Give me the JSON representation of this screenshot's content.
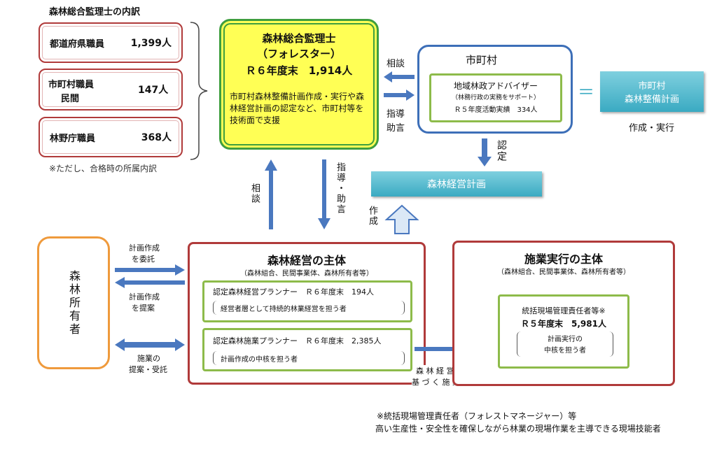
{
  "breakdown": {
    "title": "森林総合監理士の内訳",
    "items": [
      {
        "label": "都道府県職員",
        "count": "1,399人"
      },
      {
        "label": "市町村職員",
        "sublabel": "民間",
        "count": "147人"
      },
      {
        "label": "林野庁職員",
        "count": "368人"
      }
    ],
    "note": "※ただし、合格時の所属内訳"
  },
  "forester": {
    "title": "森林総合監理士",
    "subtitle": "（フォレスター）",
    "count": "Ｒ６年度末　1,914人",
    "desc": "市町村森林整備計画作成・実行や森林経営計画の認定など、市町村等を技術面で支援"
  },
  "arrows": {
    "consult_right": "相談",
    "guide_right": "指導",
    "advice_right": "助言",
    "approve": "認定",
    "consult_up": "相談",
    "guide_down": "指導・助言",
    "create": "作成",
    "plan_commission_1": "計画作成",
    "plan_commission_2": "を委託",
    "plan_propose_1": "計画作成",
    "plan_propose_2": "を提案",
    "work_1": "施業の",
    "work_2": "提案・受託",
    "supervision_1": "森 林 経 営 計 画 に",
    "supervision_2": "基 づ く 施 業 の 監 理"
  },
  "city": {
    "title": "市町村",
    "advisor_title": "地域林政アドバイザー",
    "advisor_sub": "（林務行政の実務をサポート）",
    "advisor_count": "Ｒ５年度活動実績　334人"
  },
  "equals": "＝",
  "city_plan": {
    "line1": "市町村",
    "line2": "森林整備計画",
    "caption": "作成・実行"
  },
  "forest_plan": "森林経営計画",
  "owner": "森林所有者",
  "entity": {
    "title": "森林経営の主体",
    "subtitle": "（森林組合、民間事業体、森林所有者等）",
    "planner1": "認定森林経営プランナー　Ｒ６年度末　194人",
    "planner1_role": "経営者層として持続的林業経営を担う者",
    "planner2": "認定森林施業プランナー　Ｒ６年度末　2,385人",
    "planner2_role": "計画作成の中核を担う者"
  },
  "execution": {
    "title": "施業実行の主体",
    "subtitle": "（森林組合、民間事業体、森林所有者等）",
    "manager": "統括現場管理責任者等※",
    "manager_count": "Ｒ５年度末　5,981人",
    "manager_role_1": "計画実行の",
    "manager_role_2": "中核を担う者"
  },
  "footnote": {
    "line1": "※統括現場管理責任者（フォレストマネージャー）等",
    "line2": "高い生産性・安全性を確保しながら林業の現場作業を主導できる現場技能者"
  },
  "colors": {
    "blue_arrow": "#4a78bf",
    "forester_fill": "#ffff55",
    "green": "#8dbb4a",
    "red": "#b03a3a",
    "orange": "#ef9a3c",
    "teal": "#3aaac2"
  }
}
